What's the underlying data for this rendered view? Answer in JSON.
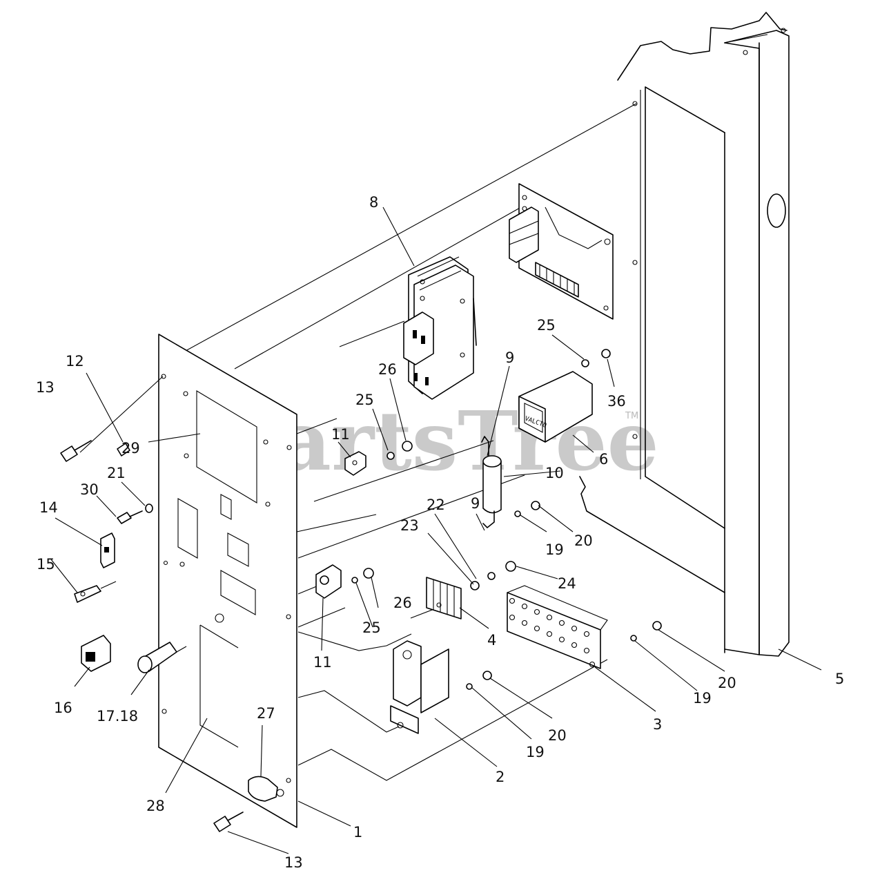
{
  "watermark": {
    "text": "PartsTree",
    "mark": "TM"
  },
  "callouts": {
    "c8": "8",
    "c25a": "25",
    "c36": "36",
    "c12": "12",
    "c13a": "13",
    "c29": "29",
    "c26a": "26",
    "c25b": "25",
    "c11a": "11",
    "c9a": "9",
    "c6": "6",
    "c10": "10",
    "c21": "21",
    "c30": "30",
    "c14": "14",
    "c9b": "9",
    "c22": "22",
    "c23": "23",
    "c19a": "19",
    "c20a": "20",
    "c15": "15",
    "c24": "24",
    "c26b": "26",
    "c25c": "25",
    "c4": "4",
    "c11b": "11",
    "c16": "16",
    "c1718": "17.18",
    "c27": "27",
    "c20b": "20",
    "c19b": "19",
    "c5": "5",
    "c3": "3",
    "c20c": "20",
    "c19c": "19",
    "c2": "2",
    "c28": "28",
    "c1": "1",
    "c13b": "13"
  }
}
